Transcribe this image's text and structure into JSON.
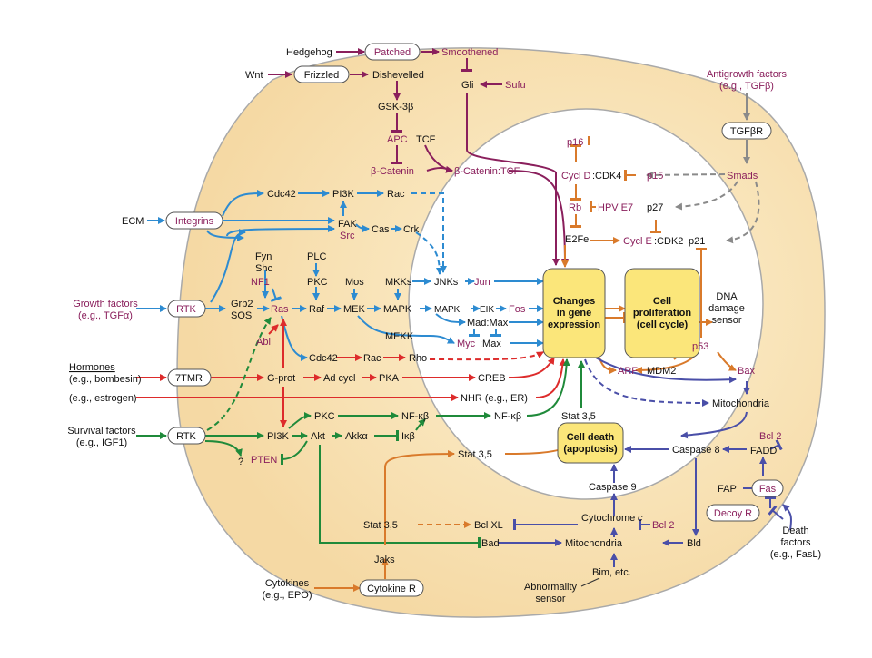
{
  "labels": {
    "hedgehog": "Hedgehog",
    "patched": "Patched",
    "smoothened": "Smoothened",
    "wnt": "Wnt",
    "frizzled": "Frizzled",
    "dishevelled": "Dishevelled",
    "gli": "Gli",
    "sufu": "Sufu",
    "gsk3b": "GSK-3β",
    "apc": "APC",
    "tcf": "TCF",
    "b_catenin": "β-Catenin",
    "b_catenin_tcf": "β-Catenin:TCF",
    "antigrowth_1": "Antigrowth factors",
    "antigrowth_2": "(e.g., TGFβ)",
    "tgfbr": "TGFβR",
    "smads": "Smads",
    "p15": "p15",
    "p27": "p27",
    "p21": "p21",
    "p16": "p16",
    "cycl_d": "Cycl D",
    "cdk4": ":CDK4",
    "rb": "Rb",
    "hpv": "HPV E7",
    "e2f": "E2Fe",
    "cycl_e": "Cycl E",
    "cdk2": ":CDK2",
    "ecm": "ECM",
    "integrins": "Integrins",
    "cdc42_top": "Cdc42",
    "pi3k_top": "PI3K",
    "rac_top": "Rac",
    "fak": "FAK",
    "src": "Src",
    "cas": "Cas",
    "crk": "Crk",
    "fyn": "Fyn",
    "shc": "Shc",
    "plc": "PLC",
    "nf1": "NF1",
    "pkc_mid": "PKC",
    "mos": "Mos",
    "mkks": "MKKs",
    "jnks": "JNKs",
    "jun": "Jun",
    "growth_1": "Growth factors",
    "growth_2": "(e.g., TGFα)",
    "rtk_1": "RTK",
    "grb2": "Grb2",
    "sos": "SOS",
    "ras": "Ras",
    "raf": "Raf",
    "mek": "MEK",
    "mapk1": "MAPK",
    "mapk2": "MAPK",
    "eik": "EIK",
    "fos": "Fos",
    "mad_max": "Mad:Max",
    "mekk": "MEKK",
    "myc": "Myc",
    "myc_max": ":Max",
    "changes_1": "Changes",
    "changes_2": "in gene",
    "changes_3": "expression",
    "prolif_1": "Cell",
    "prolif_2": "proliferation",
    "prolif_3": "(cell cycle)",
    "dna_1": "DNA",
    "dna_2": "damage",
    "dna_3": "sensor",
    "p53": "p53",
    "abl": "Abl",
    "cdc42_low": "Cdc42",
    "rac_low": "Rac",
    "rho": "Rho",
    "arf": "ARF",
    "mdm2": "MDM2",
    "bax": "Bax",
    "hormones_1": "Hormones",
    "hormones_2": "(e.g., bombesin)",
    "tmr": "7TMR",
    "gprot": "G-prot",
    "adcycl": "Ad cycl",
    "pka": "PKA",
    "creb": "CREB",
    "estrogen": "(e.g., estrogen)",
    "nhr": "NHR (e.g., ER)",
    "mito_top": "Mitochondria",
    "survival_1": "Survival factors",
    "survival_2": "(e.g., IGF1)",
    "rtk_2": "RTK",
    "pi3k_low": "PI3K",
    "pkc_low": "PKC",
    "nfkb1": "NF-κβ",
    "nfkb2": "NF-κβ",
    "akt": "Akt",
    "akka": "Akkα",
    "ikb": "Iκβ",
    "stat_in": "Stat 3,5",
    "question": "?",
    "pten": "PTEN",
    "death_1": "Cell death",
    "death_2": "(apoptosis)",
    "bcl2_a": "Bcl 2",
    "fadd": "FADD",
    "caspase8": "Caspase 8",
    "stat_mid": "Stat 3,5",
    "caspase9": "Caspase 9",
    "fap": "FAP",
    "fas": "Fas",
    "cyto": "Cytochrome ",
    "cyto_c": "c",
    "bcl2_b": "Bcl 2",
    "decoy": "Decoy R",
    "stat_low": "Stat 3,5",
    "bclxl": "Bcl XL",
    "deathf_1": "Death",
    "deathf_2": "factors",
    "deathf_3": "(e.g., FasL)",
    "bad": "Bad",
    "mito_low": "Mitochondria",
    "bld": "Bld",
    "jaks": "Jaks",
    "bim": "Bim, etc.",
    "cytokines_1": "Cytokines",
    "cytokines_2": "(e.g., EPO)",
    "cytokine_r": "Cytokine R",
    "abn_1": "Abnormality",
    "abn_2": "sensor"
  },
  "colors": {
    "cell_fill": "#f9e3b6",
    "nucleus_fill": "#ffffff",
    "blue": "#2d8bd1",
    "red": "#dd2b2b",
    "green": "#1f8a3a",
    "orange": "#d97a2b",
    "purple": "#8a1f5c",
    "navy": "#4a4fa8",
    "gray": "#8a8a8a",
    "box_yellow": "#fbe67a"
  }
}
